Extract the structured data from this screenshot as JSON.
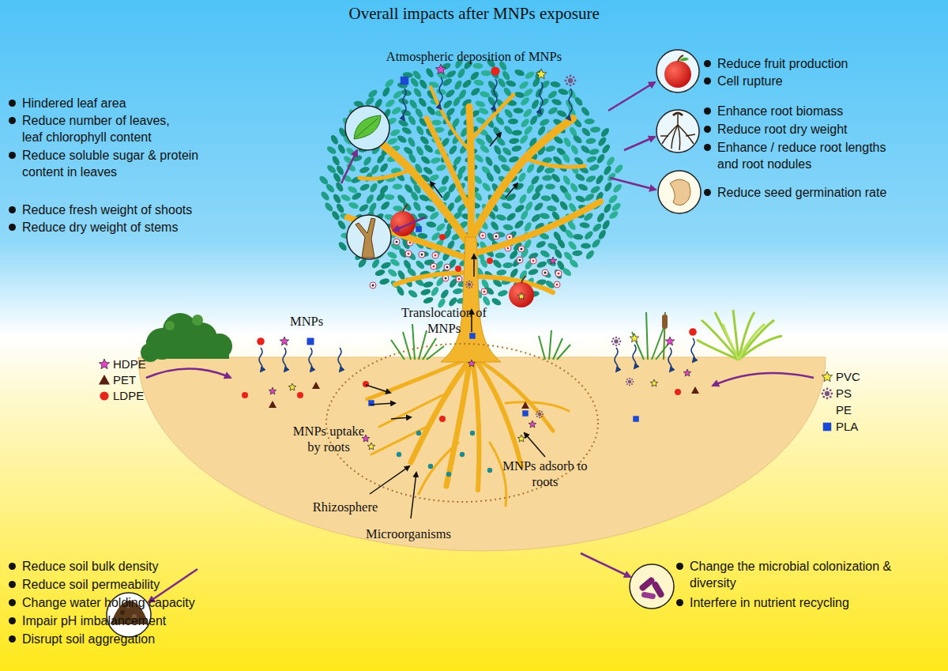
{
  "diagram": {
    "title": "Overall impacts after MNPs exposure",
    "labels": [
      "Atmospheric deposition of MNPs",
      "Hindered leaf area",
      "Reduce number of leaves, leaf chlorophyll content",
      "Reduce soluble sugar & protein content in leaves",
      "Reduce fresh weight of shoots",
      "Reduce dry weight of stems",
      "Reduce fruit production",
      "Cell rupture",
      "Enhance root biomass",
      "Reduce root dry weight",
      "Enhance / reduce root lengths and root nodules",
      "Reduce seed germination rate",
      "MNPs",
      "Translocation of MNPs",
      "MNPs uptake by roots",
      "Rhizosphere",
      "Microorganisms",
      "MNPs adsorb to roots",
      "Reduce soil bulk density",
      "Reduce soil permeability",
      "Change water holding capacity",
      "Impair pH imbalancement",
      "Disrupt soil aggregation",
      "Change the microbial colonization & diversity",
      "Interfere in nutrient recycling"
    ],
    "legend": [
      {
        "text": "HDPE"
      },
      {
        "text": "PET"
      },
      {
        "text": "LDPE"
      },
      {
        "text": "PVC"
      },
      {
        "text": "PS"
      },
      {
        "text": "PE"
      },
      {
        "text": "PLA"
      }
    ]
  }
}
